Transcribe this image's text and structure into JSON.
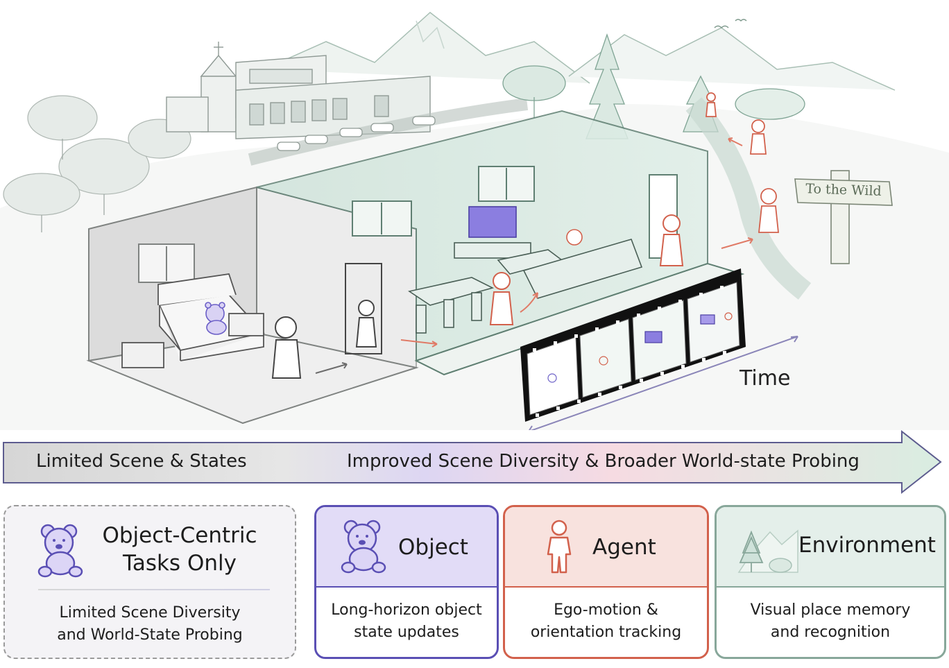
{
  "scene": {
    "time_label": "Time",
    "sign_text": "To the Wild"
  },
  "progress_arrow": {
    "left_label": "Limited Scene & States",
    "right_label": "Improved Scene Diversity & Broader World-state Probing"
  },
  "cards": {
    "object_centric": {
      "title": "Object-Centric\nTasks Only",
      "description": "Limited Scene Diversity\nand World-State Probing",
      "icon": "teddy-bear-icon"
    },
    "object": {
      "title": "Object",
      "description": "Long-horizon object\nstate updates",
      "icon": "teddy-bear-icon"
    },
    "agent": {
      "title": "Agent",
      "description": "Ego-motion &\norientation tracking",
      "icon": "person-icon"
    },
    "environment": {
      "title": "Environment",
      "description": "Visual place memory\nand recognition",
      "icon": "tree-landscape-icon"
    }
  },
  "colors": {
    "object_accent": "#5a4fb4",
    "agent_accent": "#d2614c",
    "environment_accent": "#88a79a",
    "neutral_border": "#9a9a9a"
  }
}
